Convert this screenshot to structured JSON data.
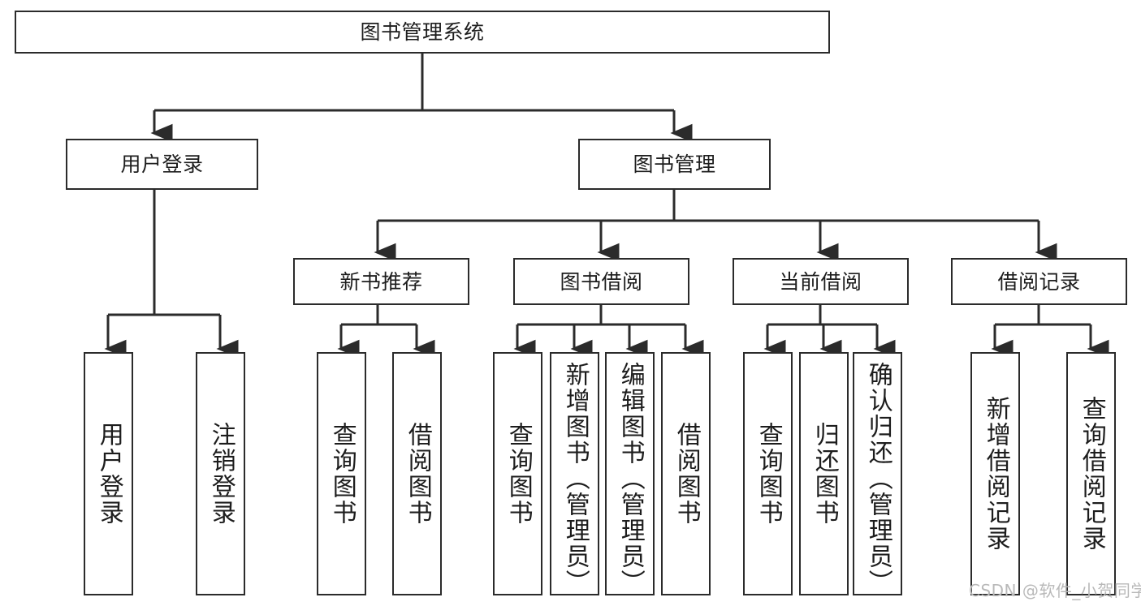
{
  "diagram": {
    "title": "图书管理系统",
    "type": "hierarchy-tree",
    "levels": 4,
    "colors": {
      "box_border": "#2b2b2b",
      "box_fill": "#ffffff",
      "connector": "#2b2b2b",
      "text": "#1d1d1d",
      "watermark": "#b9b9b9",
      "background": "#ffffff"
    },
    "nodes": {
      "root": {
        "label": "图书管理系统"
      },
      "level2": [
        {
          "label": "用户登录"
        },
        {
          "label": "图书管理"
        }
      ],
      "level3": [
        {
          "label": "新书推荐"
        },
        {
          "label": "图书借阅"
        },
        {
          "label": "当前借阅"
        },
        {
          "label": "借阅记录"
        }
      ],
      "leaves": {
        "user_login": [
          {
            "label": "用户登录"
          },
          {
            "label": "注销登录"
          }
        ],
        "new_book_recommend": [
          {
            "label": "查询图书"
          },
          {
            "label": "借阅图书"
          }
        ],
        "book_borrow": [
          {
            "label": "查询图书"
          },
          {
            "label": "新增图书（管理员）"
          },
          {
            "label": "编辑图书（管理员）"
          },
          {
            "label": "借阅图书"
          }
        ],
        "current_borrow": [
          {
            "label": "查询图书"
          },
          {
            "label": "归还图书"
          },
          {
            "label": "确认归还（管理员）"
          }
        ],
        "borrow_record": [
          {
            "label": "新增借阅记录"
          },
          {
            "label": "查询借阅记录"
          }
        ]
      }
    },
    "watermark": "CSDN @软件_小贺同学"
  }
}
